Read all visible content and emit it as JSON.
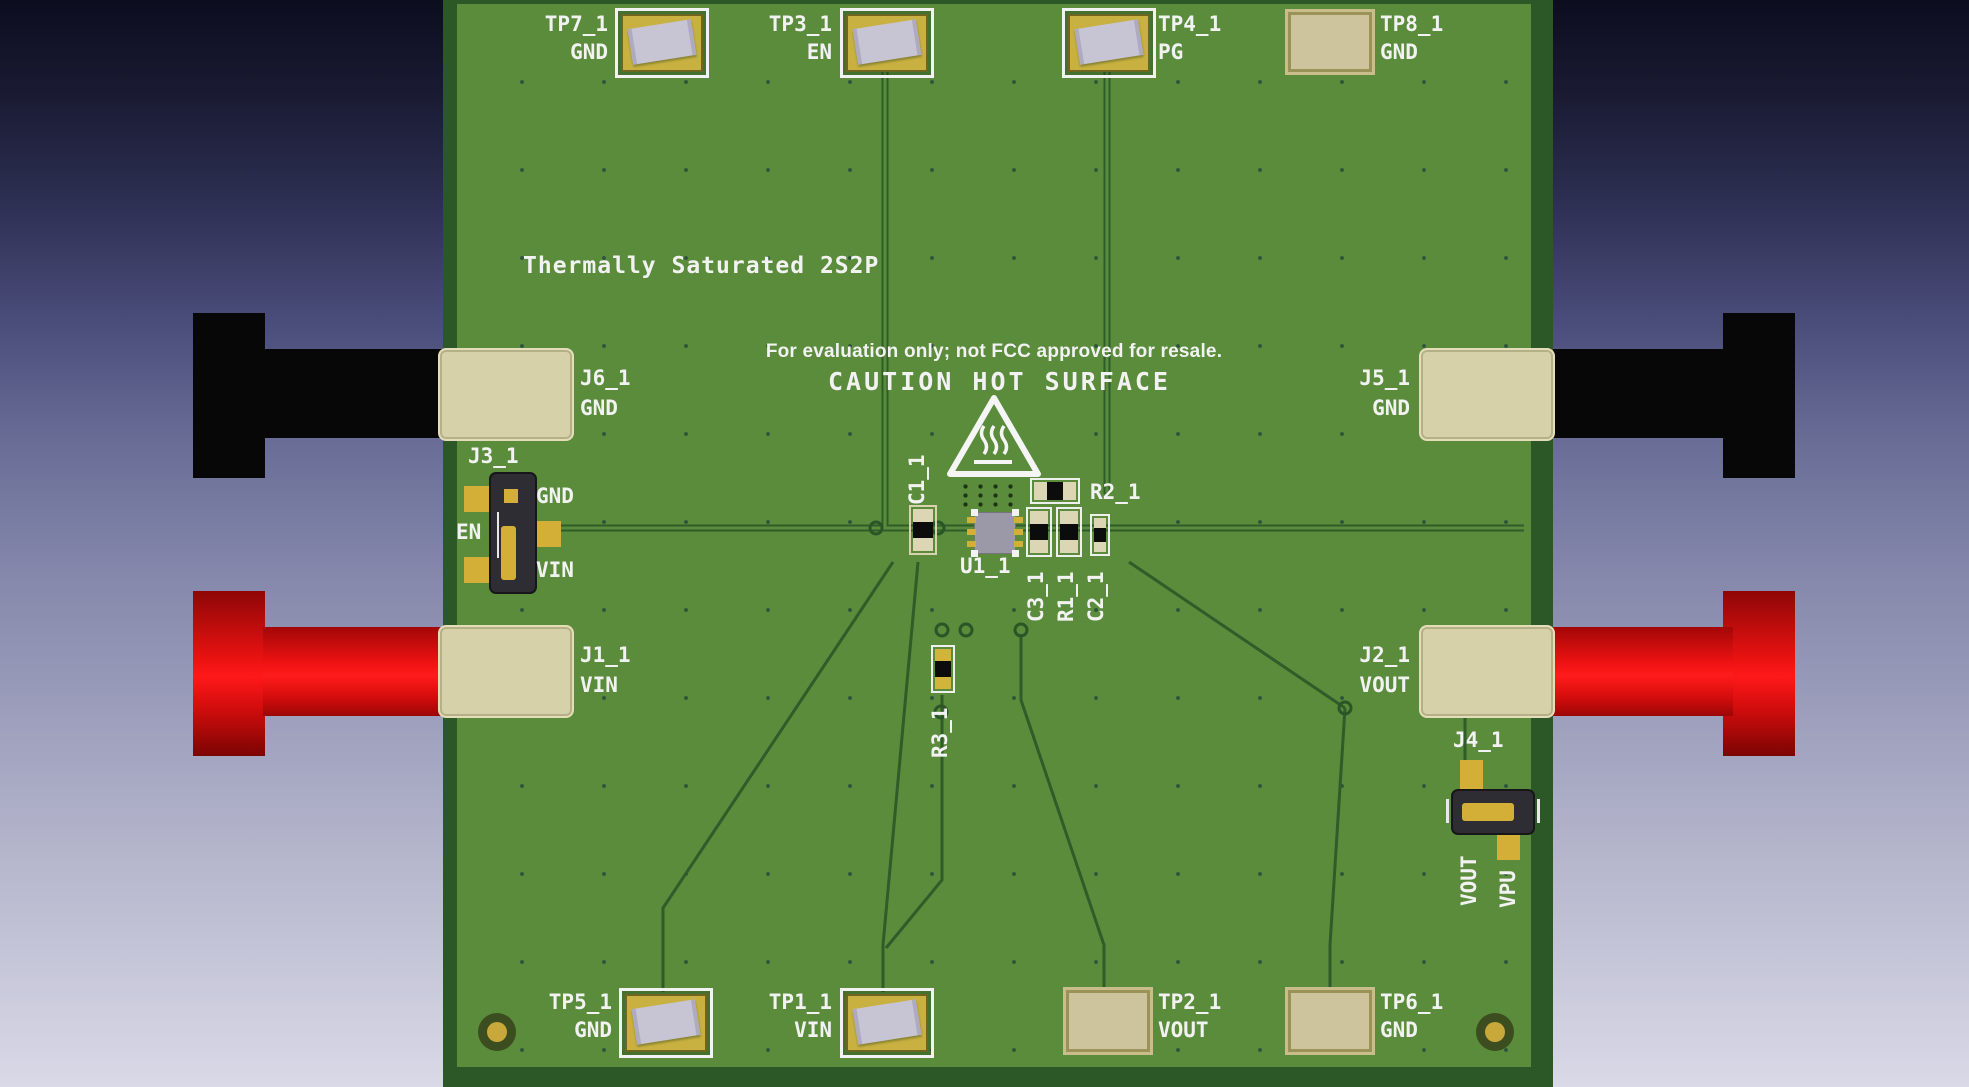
{
  "board": {
    "title": "Thermally Saturated 2S2P",
    "eval_notice": "For evaluation only; not FCC approved for resale.",
    "caution": "CAUTION HOT SURFACE"
  },
  "colors": {
    "board_face": "#5a8c3c",
    "board_edge": "#2c5828",
    "silkscreen": "#f2f2f2",
    "gold_pad": "#c8b140",
    "bare_pad": "#cdc39c",
    "jack_pad": "#d7d1aa",
    "connector_black": "#0a0a0a",
    "connector_red": "#e01111",
    "trace": "#2f5c28"
  },
  "tps": {
    "tp7": {
      "ref": "TP7_1",
      "net": "GND"
    },
    "tp3": {
      "ref": "TP3_1",
      "net": "EN"
    },
    "tp4": {
      "ref": "TP4_1",
      "net": "PG"
    },
    "tp8": {
      "ref": "TP8_1",
      "net": "GND"
    },
    "tp5": {
      "ref": "TP5_1",
      "net": "GND"
    },
    "tp1": {
      "ref": "TP1_1",
      "net": "VIN"
    },
    "tp2": {
      "ref": "TP2_1",
      "net": "VOUT"
    },
    "tp6": {
      "ref": "TP6_1",
      "net": "GND"
    }
  },
  "jacks": {
    "j6": {
      "ref": "J6_1",
      "net": "GND"
    },
    "j5": {
      "ref": "J5_1",
      "net": "GND"
    },
    "j1": {
      "ref": "J1_1",
      "net": "VIN"
    },
    "j2": {
      "ref": "J2_1",
      "net": "VOUT"
    }
  },
  "headers": {
    "j3": {
      "ref": "J3_1",
      "pin_top": "GND",
      "pin_left": "EN",
      "pin_bottom": "VIN"
    },
    "j4": {
      "ref": "J4_1",
      "pin_left": "VOUT",
      "pin_right": "VPU"
    }
  },
  "parts": {
    "c1": {
      "ref": "C1_1"
    },
    "r2": {
      "ref": "R2_1"
    },
    "u1": {
      "ref": "U1_1"
    },
    "c3": {
      "ref": "C3_1"
    },
    "r1": {
      "ref": "R1_1"
    },
    "c2": {
      "ref": "C2_1"
    },
    "r3": {
      "ref": "R3_1"
    }
  }
}
